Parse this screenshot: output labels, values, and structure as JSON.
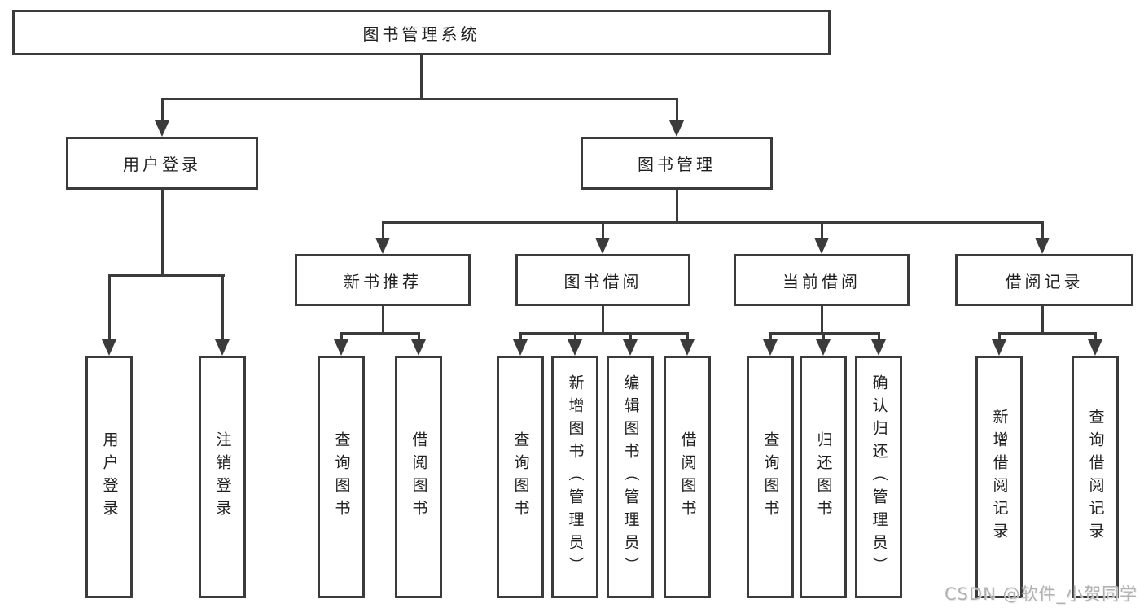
{
  "nodes": {
    "root": {
      "label": "图书管理系统"
    },
    "user_login": {
      "label": "用户登录"
    },
    "book_mgmt": {
      "label": "图书管理"
    },
    "new_books": {
      "label": "新书推荐"
    },
    "book_borrow": {
      "label": "图书借阅"
    },
    "current_borrow": {
      "label": "当前借阅"
    },
    "borrow_records": {
      "label": "借阅记录"
    },
    "leaf_user_login": {
      "label": "用户登录"
    },
    "leaf_logout": {
      "label": "注销登录"
    },
    "leaf_nb_query": {
      "label": "查询图书"
    },
    "leaf_nb_borrow": {
      "label": "借阅图书"
    },
    "leaf_bb_query": {
      "label": "查询图书"
    },
    "leaf_bb_add": {
      "label": "新增图书（管理员）"
    },
    "leaf_bb_edit": {
      "label": "编辑图书（管理员）"
    },
    "leaf_bb_borrow": {
      "label": "借阅图书"
    },
    "leaf_cb_query": {
      "label": "查询图书"
    },
    "leaf_cb_return": {
      "label": "归还图书"
    },
    "leaf_cb_confirm": {
      "label": "确认归还（管理员）"
    },
    "leaf_br_add": {
      "label": "新增借阅记录"
    },
    "leaf_br_query": {
      "label": "查询借阅记录"
    }
  },
  "watermark": {
    "text": "CSDN @软件_小贺同学"
  },
  "colors": {
    "line": "#3b3b3b",
    "text": "#1f1f1f",
    "watermark": "#b1b1b1",
    "background": "#ffffff"
  }
}
